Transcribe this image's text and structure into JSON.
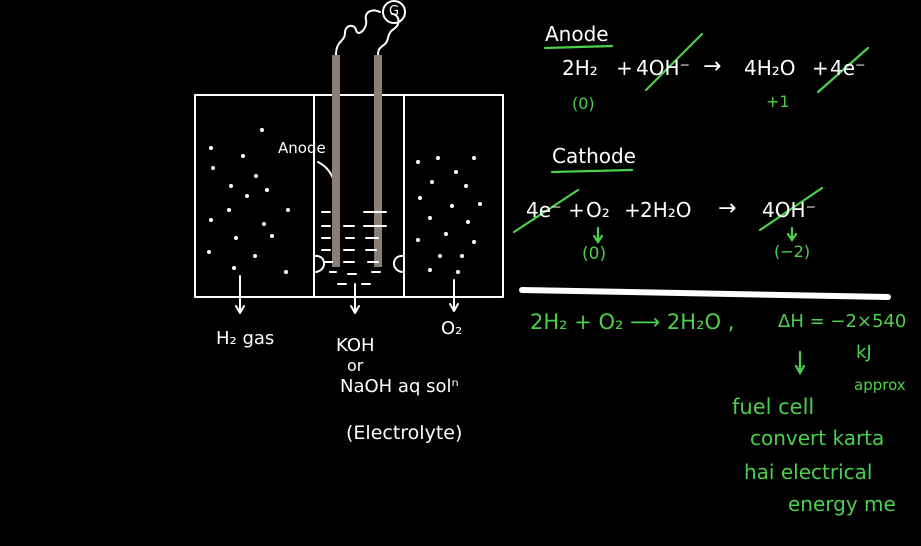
{
  "colors": {
    "background": "#000000",
    "ink_white": "#ffffff",
    "ink_green": "#4cd04c",
    "electrode": "#8a7f74"
  },
  "diagram": {
    "anode_label": "Anode",
    "galvanometer_symbol": "G",
    "labels": {
      "h2": "H₂ gas",
      "koh": "KOH",
      "or": "or",
      "naoh": "NaOH aq solⁿ",
      "electrolyte": "(Electrolyte)",
      "o2": "O₂"
    }
  },
  "anode_reaction": {
    "heading": "Anode",
    "lhs_h2": "2H₂",
    "plus1": "+",
    "lhs_oh": "4OH⁻",
    "arrow": "→",
    "rhs_h2o": "4H₂O",
    "plus2": "+",
    "rhs_e": "4e⁻",
    "ox_left": "(0)",
    "ox_right": "+1"
  },
  "cathode_reaction": {
    "heading": "Cathode",
    "lhs_e": "4e⁻",
    "plus1": "+",
    "o2": "O₂",
    "plus2": "+",
    "h2o": "2H₂O",
    "arrow": "→",
    "rhs_oh": "4OH⁻",
    "ox_left": "(0)",
    "ox_right": "(−2)"
  },
  "overall": {
    "equation": "2H₂ + O₂ ⟶ 2H₂O ,",
    "delta_h": "ΔH = −2×540",
    "unit": "kJ",
    "approx": "approx",
    "note_lines": [
      "fuel cell",
      "convert karta",
      "hai electrical",
      "energy me"
    ]
  }
}
